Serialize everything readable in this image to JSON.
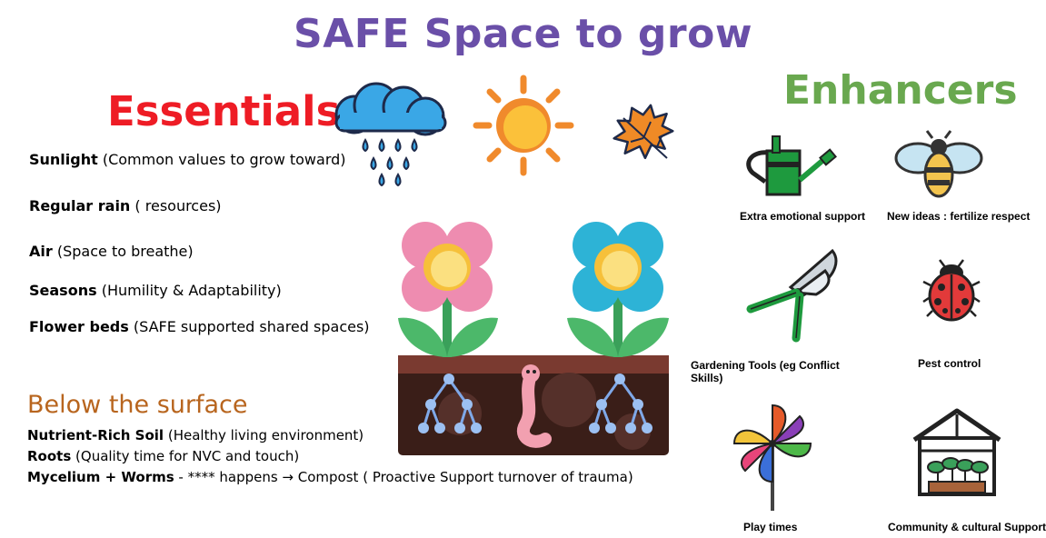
{
  "title": "SAFE Space to grow",
  "essentials": {
    "heading": "Essentials",
    "items": [
      {
        "name": "Sunlight",
        "desc": " (Common values to grow toward)"
      },
      {
        "name": "Regular rain",
        "desc": " ( resources)"
      },
      {
        "name": "Air",
        "desc": " (Space to breathe)"
      },
      {
        "name": "Seasons",
        "desc": " (Humility & Adaptability)"
      },
      {
        "name": "Flower beds",
        "desc": " (SAFE supported shared spaces)"
      }
    ]
  },
  "below": {
    "heading": "Below the surface",
    "items": [
      {
        "name": "Nutrient-Rich Soil",
        "desc": " (Healthy living environment)"
      },
      {
        "name": "Roots",
        "desc": " (Quality time for NVC and touch)"
      },
      {
        "name": "Mycelium + Worms",
        "desc": " - **** happens → Compost ( Proactive Support turnover of trauma)"
      }
    ]
  },
  "enhancers": {
    "heading": "Enhancers",
    "items": [
      {
        "label": "Extra emotional support",
        "icon": "watering-can-icon"
      },
      {
        "label": "New ideas : fertilize respect",
        "icon": "bee-icon"
      },
      {
        "label": "Gardening Tools (eg Conflict",
        "label2": "Skills)",
        "icon": "pruning-shears-icon"
      },
      {
        "label": "Pest control",
        "icon": "ladybug-icon"
      },
      {
        "label": "Play times",
        "icon": "pinwheel-icon"
      },
      {
        "label": "Community & cultural Support",
        "icon": "greenhouse-icon"
      }
    ]
  },
  "colors": {
    "title": "#6a4fa8",
    "essentials": "#ee1c25",
    "enhancers": "#69a84f",
    "below": "#b8651e"
  }
}
